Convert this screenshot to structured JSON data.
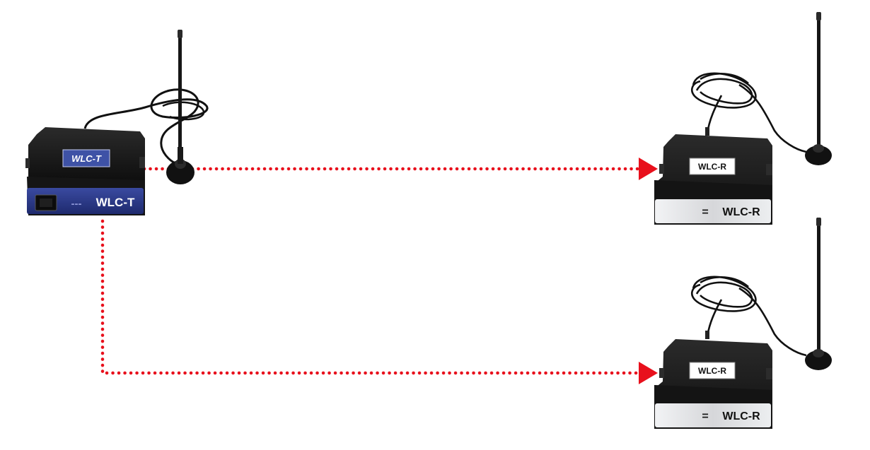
{
  "transmitter": {
    "top_label": "WLC-T",
    "front_label": "WLC-T",
    "front_marks": "---"
  },
  "receivers": [
    {
      "top_label": "WLC-R",
      "front_label": "WLC-R",
      "front_mark": "="
    },
    {
      "top_label": "WLC-R",
      "front_label": "WLC-R",
      "front_mark": "="
    }
  ],
  "colors": {
    "link": "#e8101c",
    "device_body": "#1a1a1a",
    "transmitter_front": "#2e3b8c",
    "transmitter_label_bg": "#3e52a6",
    "receiver_front": "#d9dadc"
  }
}
